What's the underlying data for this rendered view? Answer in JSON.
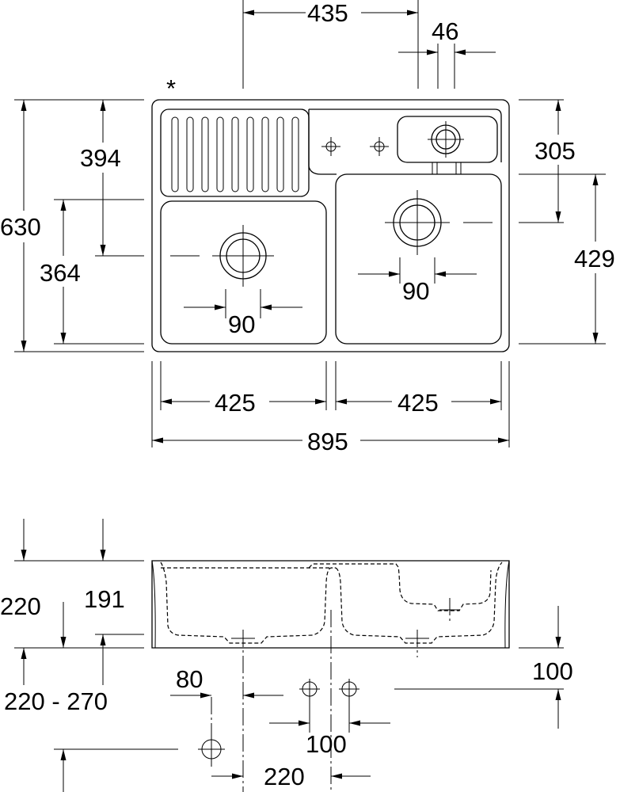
{
  "top_view": {
    "marker": "*",
    "dims": {
      "tap_offset": "435",
      "tap_width": "46",
      "height_total": "630",
      "drainer_height": "394",
      "left_bowl_height": "364",
      "small_bowl_height": "305",
      "right_bowl_height": "429",
      "left_waste_offset": "90",
      "right_waste_offset": "90",
      "left_bowl_width": "425",
      "right_bowl_width": "425",
      "total_width": "895"
    }
  },
  "side_view": {
    "dims": {
      "depth_outer": "220",
      "depth_inner": "191",
      "install_height": "220 - 270",
      "waste_spacing": "80",
      "front_height": "100",
      "pipe_spacing": "100",
      "pipe_offset": "220"
    }
  }
}
